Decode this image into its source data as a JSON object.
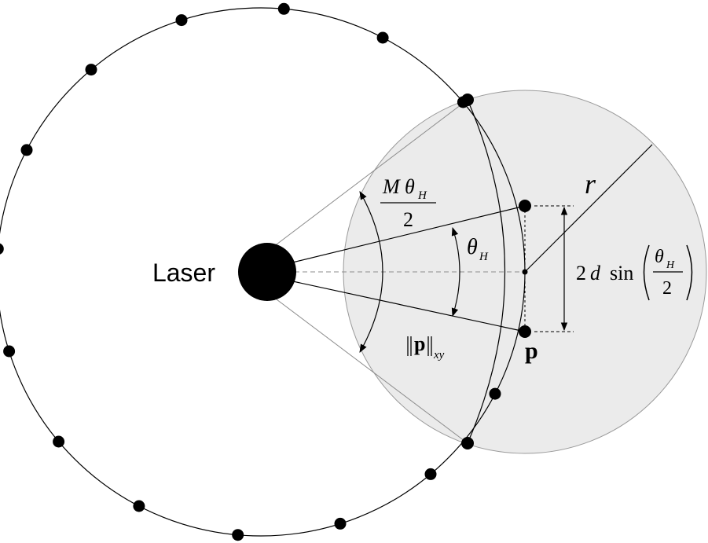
{
  "labels": {
    "laser": "Laser",
    "r": "r",
    "theta": "θ",
    "theta_sub": "H",
    "m_letter": "M",
    "two": "2",
    "p_bold": "p",
    "norm_sub": "xy",
    "two_d": "2",
    "d_letter": "d",
    "sin": "sin"
  },
  "colors": {
    "stroke": "#000000",
    "disk_fill": "#ebebeb",
    "disk_stroke": "#9a9a9a",
    "guide": "#8c8c8c"
  },
  "scan_ring_points": 16
}
